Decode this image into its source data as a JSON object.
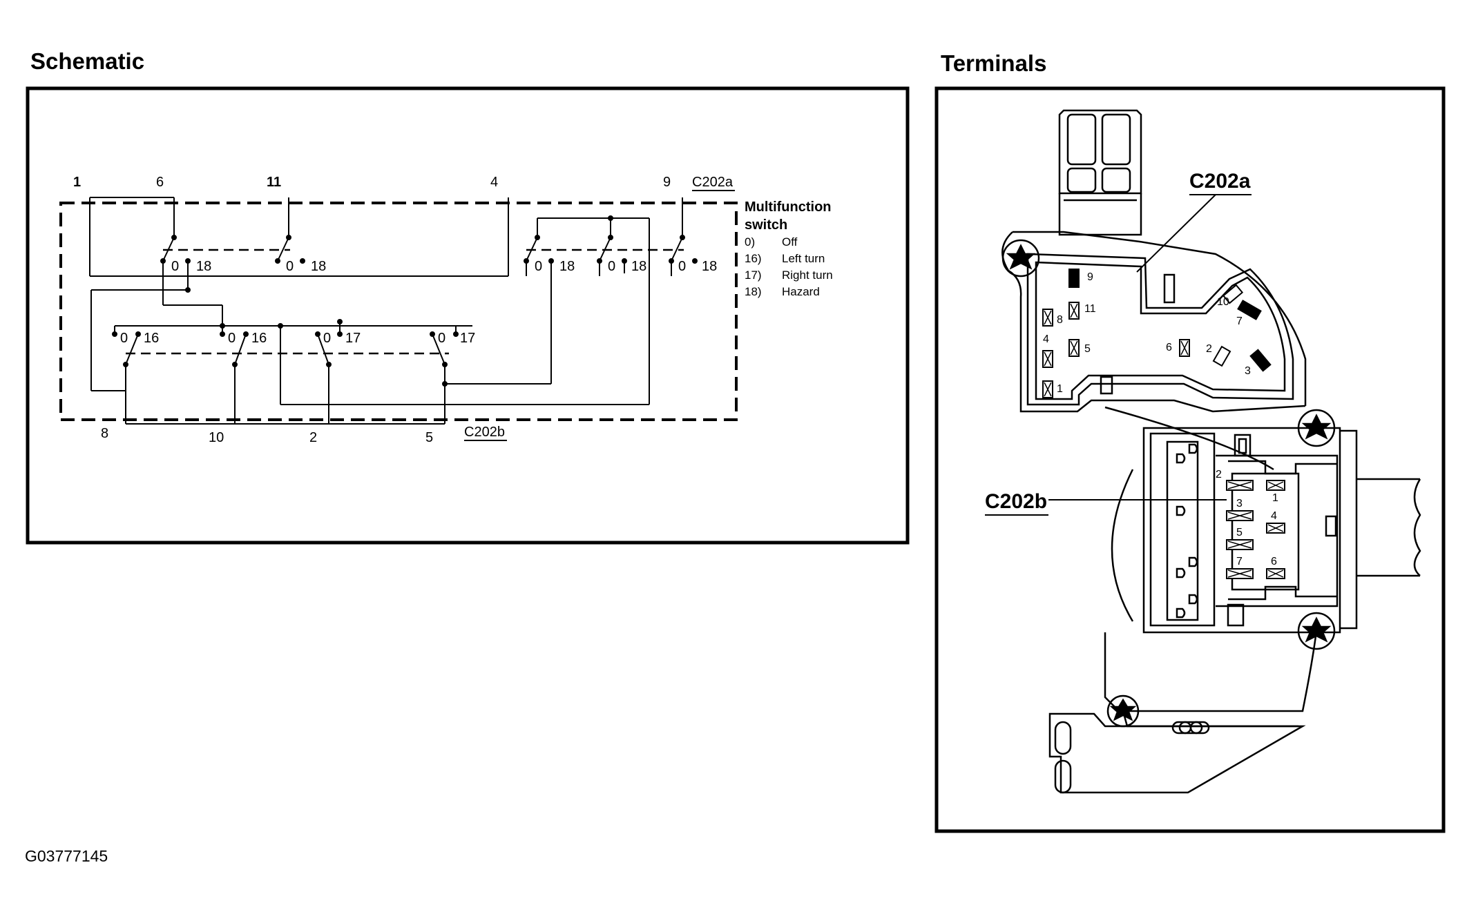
{
  "schematic": {
    "title": "Schematic",
    "connector_a": "C202a",
    "connector_b": "C202b",
    "top_pins": [
      "1",
      "6",
      "11",
      "4",
      "9"
    ],
    "bottom_pins": [
      "8",
      "10",
      "2",
      "5"
    ],
    "legend": {
      "heading_line1": "Multifunction",
      "heading_line2": "switch",
      "items": [
        {
          "code": "0)",
          "text": "Off"
        },
        {
          "code": "16)",
          "text": "Left turn"
        },
        {
          "code": "17)",
          "text": "Right turn"
        },
        {
          "code": "18)",
          "text": "Hazard"
        }
      ]
    },
    "position_labels": {
      "off": "0",
      "hazard": "18",
      "left": "16",
      "right": "17"
    }
  },
  "terminals": {
    "title": "Terminals",
    "connector_a": "C202a",
    "connector_b": "C202b",
    "a_pins": [
      "9",
      "11",
      "8",
      "4",
      "5",
      "1",
      "6",
      "10",
      "7",
      "2",
      "3"
    ],
    "b_pins": [
      "2",
      "1",
      "3",
      "4",
      "5",
      "7",
      "6"
    ]
  },
  "figure_id": "G03777145"
}
